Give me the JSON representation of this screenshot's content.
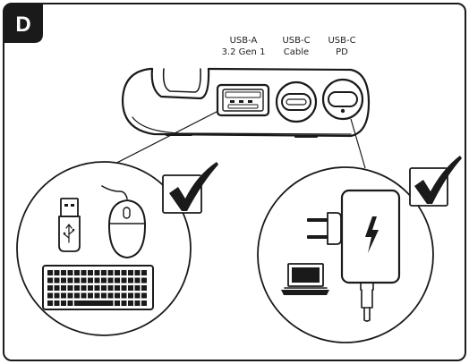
{
  "panel": {
    "letter": "D",
    "frame_color": "#1a1a1a",
    "background": "#ffffff"
  },
  "ports": [
    {
      "id": "usb-a",
      "line1": "USB-A",
      "line2": "3.2 Gen 1"
    },
    {
      "id": "usb-c-cable",
      "line1": "USB-C",
      "line2": "Cable"
    },
    {
      "id": "usb-c-pd",
      "line1": "USB-C",
      "line2": "PD"
    }
  ],
  "checks": {
    "left": "checkmark-icon",
    "right": "checkmark-icon"
  },
  "left_devices": [
    "usb-flash-drive-icon",
    "mouse-icon",
    "keyboard-icon"
  ],
  "right_devices": [
    "wall-charger-icon",
    "laptop-icon"
  ]
}
